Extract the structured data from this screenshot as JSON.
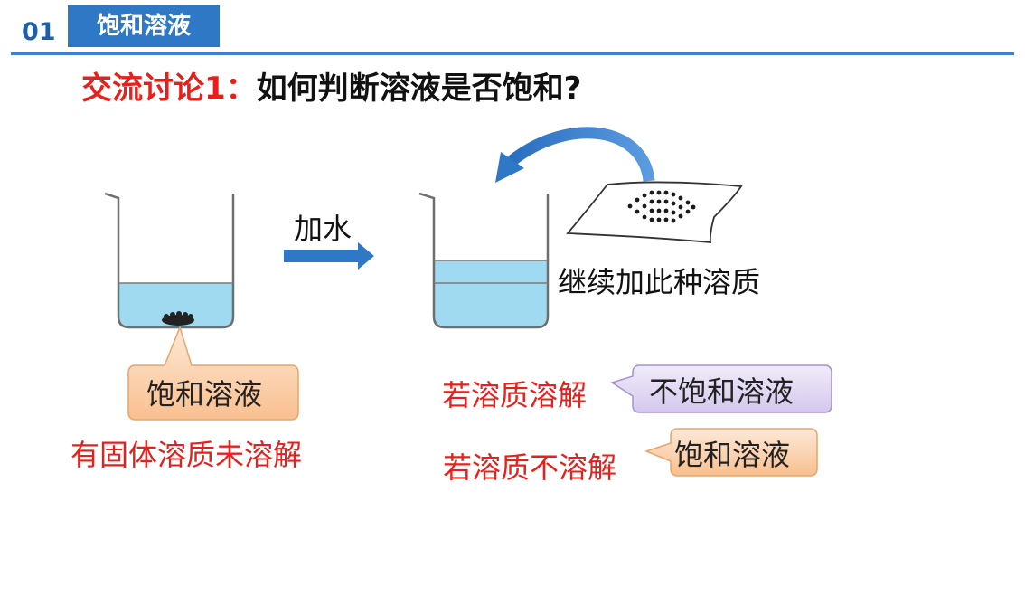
{
  "header": {
    "section_number": "01",
    "section_title": "饱和溶液"
  },
  "title": {
    "lead": "交流讨论1：",
    "question": "如何判断溶液是否饱和?"
  },
  "left": {
    "callout": "饱和溶液",
    "caption": "有固体溶质未溶解"
  },
  "middle": {
    "arrow_label": "加水"
  },
  "right": {
    "action_label": "继续加此种溶质",
    "case1": {
      "condition": "若溶质溶解",
      "result": "不饱和溶液"
    },
    "case2": {
      "condition": "若溶质不溶解",
      "result": "饱和溶液"
    }
  },
  "colors": {
    "accent_blue": "#2e78c6",
    "highlight_red": "#e8201c",
    "water": "#9fdaf0",
    "callout_orange": "#fcd6b4",
    "callout_purple": "#e4dcf3"
  }
}
